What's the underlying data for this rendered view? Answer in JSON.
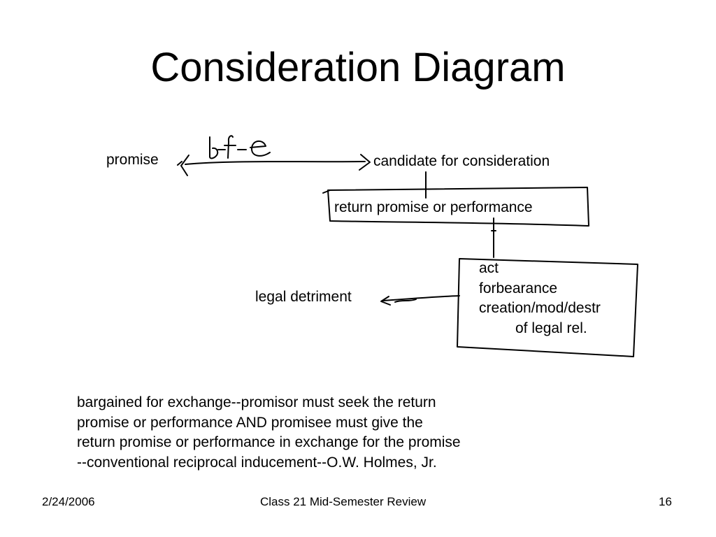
{
  "slide": {
    "title": "Consideration Diagram",
    "diagram": {
      "promise": "promise",
      "handwritten_label": "b-f-e",
      "candidate": "candidate for consideration",
      "return_promise": "return promise or performance",
      "legal_detriment": "legal detriment",
      "detriment_box": {
        "line_1": "act",
        "line_2": "forbearance",
        "line_3": "creation/mod/destr",
        "line_4": "of legal rel."
      }
    },
    "explanation": {
      "line_1": "bargained for exchange--promisor must seek the return",
      "line_2": "promise or performance AND promisee must give the",
      "line_3": "return promise or performance in exchange for the promise",
      "line_4": "--conventional reciprocal inducement--O.W. Holmes, Jr."
    },
    "footer": {
      "date": "2/24/2006",
      "course": "Class 21  Mid-Semester Review",
      "page_number": "16"
    }
  }
}
